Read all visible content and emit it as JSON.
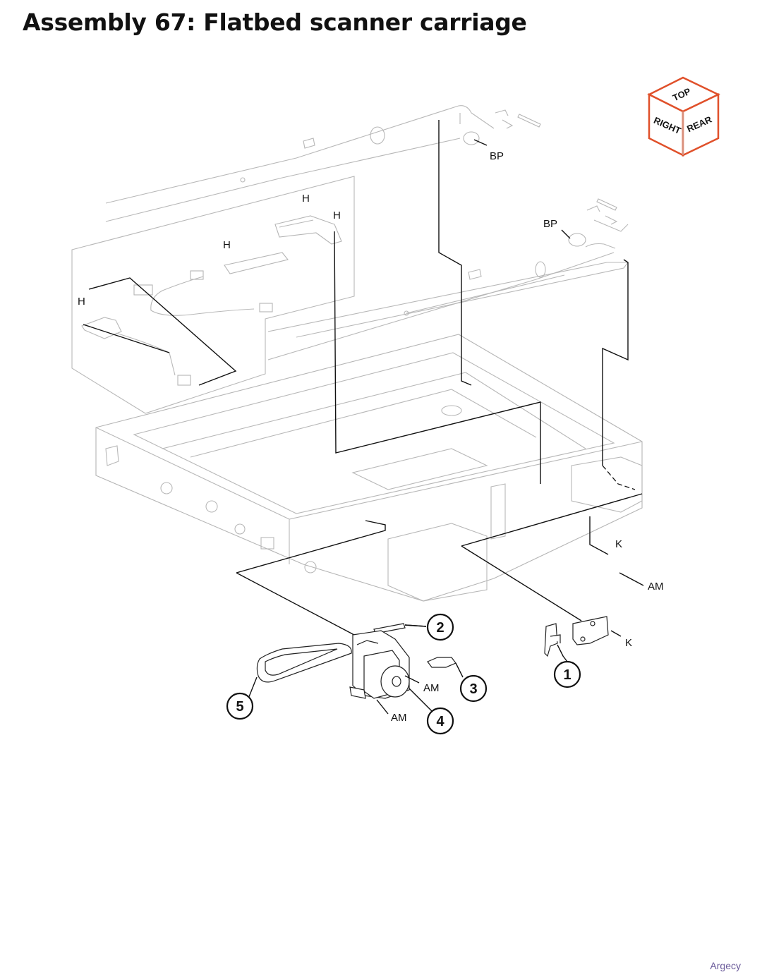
{
  "title": "Assembly 67: Flatbed scanner carriage",
  "orientation_cube": {
    "top": "TOP",
    "right": "RIGHT",
    "rear": "REAR",
    "edge_color": "#e0502a"
  },
  "callouts": [
    "1",
    "2",
    "3",
    "4",
    "5"
  ],
  "reference_labels": {
    "bp_1": "BP",
    "bp_2": "BP",
    "h_1": "H",
    "h_2": "H",
    "h_3": "H",
    "h_4": "H",
    "k_1": "K",
    "k_2": "K",
    "am_1": "AM",
    "am_2": "AM",
    "am_3": "AM"
  },
  "watermark": "Argecy"
}
